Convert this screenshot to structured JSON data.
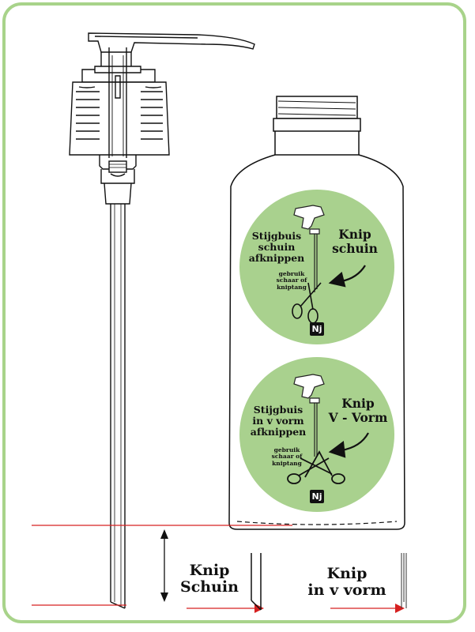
{
  "circle_top": {
    "left_text": [
      "Stijgbuis",
      "schuin",
      "afknippen"
    ],
    "right_text": [
      "Knip",
      "schuin"
    ],
    "small_text": [
      "gebruik",
      "schaar of",
      "kniptang"
    ],
    "logo": "Nj"
  },
  "circle_bottom": {
    "left_text": [
      "Stijgbuis",
      "in v vorm",
      "afknippen"
    ],
    "right_text": [
      "Knip",
      "V - Vorm"
    ],
    "small_text": [
      "gebruik",
      "schaar of",
      "kniptang"
    ],
    "logo": "Nj"
  },
  "bottom_left": [
    "Knip",
    "Schuin"
  ],
  "bottom_right": [
    "Knip",
    "in v vorm"
  ],
  "colors": {
    "frame": "#a8d38a",
    "circle": "#a9d18e",
    "cut_line": "#d62020",
    "ink": "#111111"
  }
}
